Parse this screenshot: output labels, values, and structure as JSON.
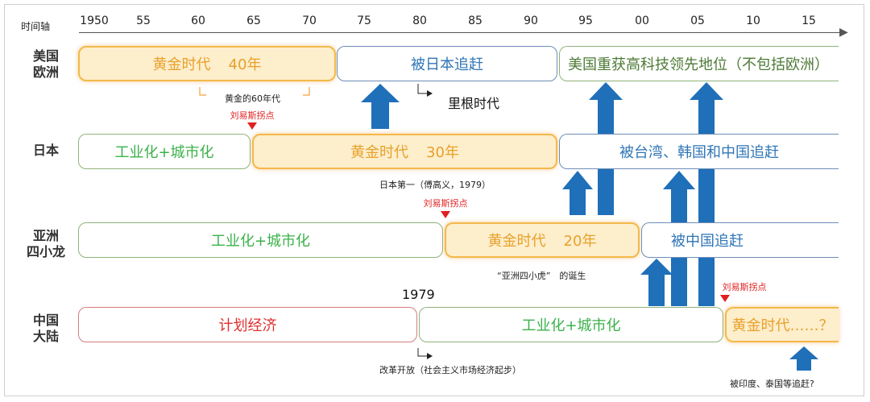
{
  "axis": {
    "title": "时间轴",
    "ticks": [
      "1950",
      "55",
      "60",
      "65",
      "70",
      "75",
      "80",
      "85",
      "90",
      "95",
      "00",
      "05",
      "10",
      "15"
    ]
  },
  "rows": {
    "us_eu": {
      "label1": "美国",
      "label2": "欧洲"
    },
    "japan": {
      "label1": "日本"
    },
    "tigers": {
      "label1": "亚洲",
      "label2": "四小龙"
    },
    "china": {
      "label1": "中国",
      "label2": "大陆"
    }
  },
  "phases": {
    "us_golden": {
      "text": "黄金时代",
      "years": "40年"
    },
    "us_chased": {
      "text": "被日本追赶"
    },
    "us_regain": {
      "text": "美国重获高科技领先地位（不包括欧洲）"
    },
    "jp_industrial": {
      "text": "工业化+城市化"
    },
    "jp_golden": {
      "text": "黄金时代",
      "years": "30年"
    },
    "jp_chased": {
      "text": "被台湾、韩国和中国追赶"
    },
    "tg_industrial": {
      "text": "工业化+城市化"
    },
    "tg_golden": {
      "text": "黄金时代",
      "years": "20年"
    },
    "tg_chased": {
      "text": "被中国追赶"
    },
    "cn_planned": {
      "text": "计划经济"
    },
    "cn_industrial": {
      "text": "工业化+城市化"
    },
    "cn_golden": {
      "text": "黄金时代……？"
    }
  },
  "notes": {
    "golden60s": "黄金的60年代",
    "reagan": "里根时代",
    "japan_first": "日本第一（傅高义，1979）",
    "four_tigers": "“亚洲四小虎”　的诞生",
    "year1979": "1979",
    "reform": "改革开放（社会主义市场经济起步）",
    "chased_by": "被印度、泰国等追赶?",
    "lewis1": "刘易斯拐点",
    "lewis2": "刘易斯拐点",
    "lewis3": "刘易斯拐点"
  },
  "colors": {
    "arrow": "#1f6fb9",
    "golden_fill": "#fdeecc",
    "golden_border": "#f3b94a"
  }
}
